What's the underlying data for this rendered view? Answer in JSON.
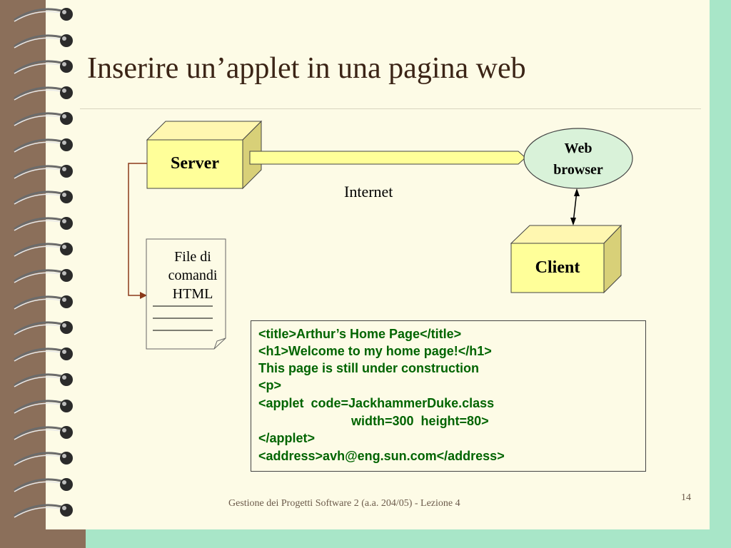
{
  "slide": {
    "title": "Inserire un’applet in una pagina web",
    "footer": "Gestione dei Progetti Software 2  (a.a. 204/05) - Lezione 4",
    "page_number": "14"
  },
  "diagram": {
    "server_label": "Server",
    "browser_label_line1": "Web",
    "browser_label_line2": "browser",
    "client_label": "Client",
    "internet_label": "Internet",
    "file_label_line1": "File di",
    "file_label_line2": "comandi",
    "file_label_line3": "HTML"
  },
  "code": {
    "lines": [
      "<title>Arthur’s Home Page</title>",
      "<h1>Welcome to my home page!</h1>",
      "This page is still under construction",
      "<p>",
      "<applet  code=JackhammerDuke.class",
      "                          width=300  height=80>",
      "</applet>",
      "<address>avh@eng.sun.com</address>"
    ]
  },
  "colors": {
    "box_fill": "#ffff99",
    "oval_fill": "#d9f2d9",
    "code_text": "#006400",
    "title_text": "#3b2416",
    "background": "#fdfbe6"
  }
}
